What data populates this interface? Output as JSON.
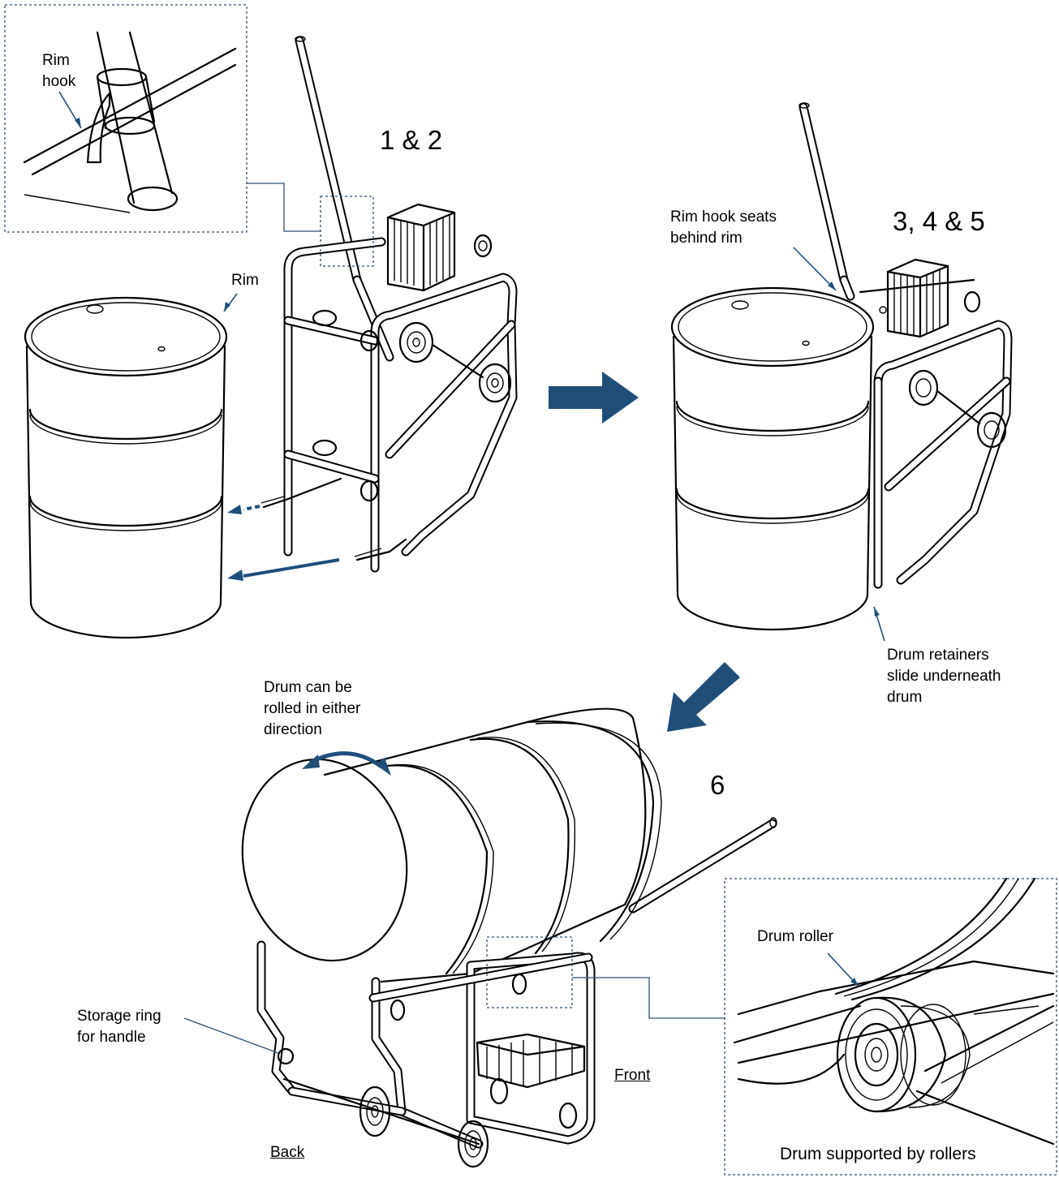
{
  "steps": {
    "step1": "1 & 2",
    "step2": "3, 4 & 5",
    "step3": "6"
  },
  "labels": {
    "rim_hook_line1": "Rim",
    "rim_hook_line2": "hook",
    "rim": "Rim",
    "rim_hook_seats_line1": "Rim hook seats",
    "rim_hook_seats_line2": "behind rim",
    "drum_retainers_line1": "Drum retainers",
    "drum_retainers_line2": "slide underneath",
    "drum_retainers_line3": "drum",
    "drum_rolled_line1": "Drum can be",
    "drum_rolled_line2": "rolled in either",
    "drum_rolled_line3": "direction",
    "drum_roller": "Drum roller",
    "storage_ring_line1": "Storage ring",
    "storage_ring_line2": "for handle",
    "front": "Front",
    "back": "Back",
    "drum_supported": "Drum supported by rollers"
  },
  "colors": {
    "arrow_blue": "#1f4e79",
    "callout_border": "#2e4f73",
    "line_art": "#000000"
  }
}
